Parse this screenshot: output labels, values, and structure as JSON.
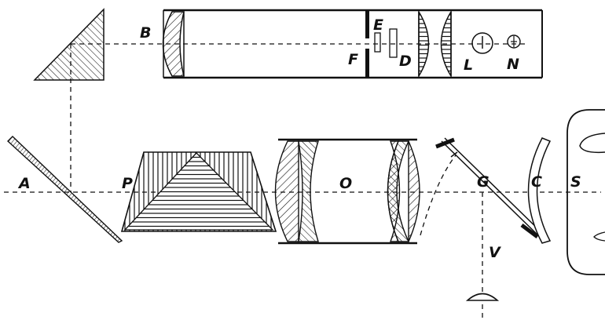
{
  "labels": {
    "A": "A",
    "B": "B",
    "C": "C",
    "D": "D",
    "E": "E",
    "F": "F",
    "G": "G",
    "L": "L",
    "N": "N",
    "O": "O",
    "P": "P",
    "S": "S",
    "V": "V"
  },
  "colors": {
    "ink": "#111111",
    "paper": "#ffffff"
  }
}
